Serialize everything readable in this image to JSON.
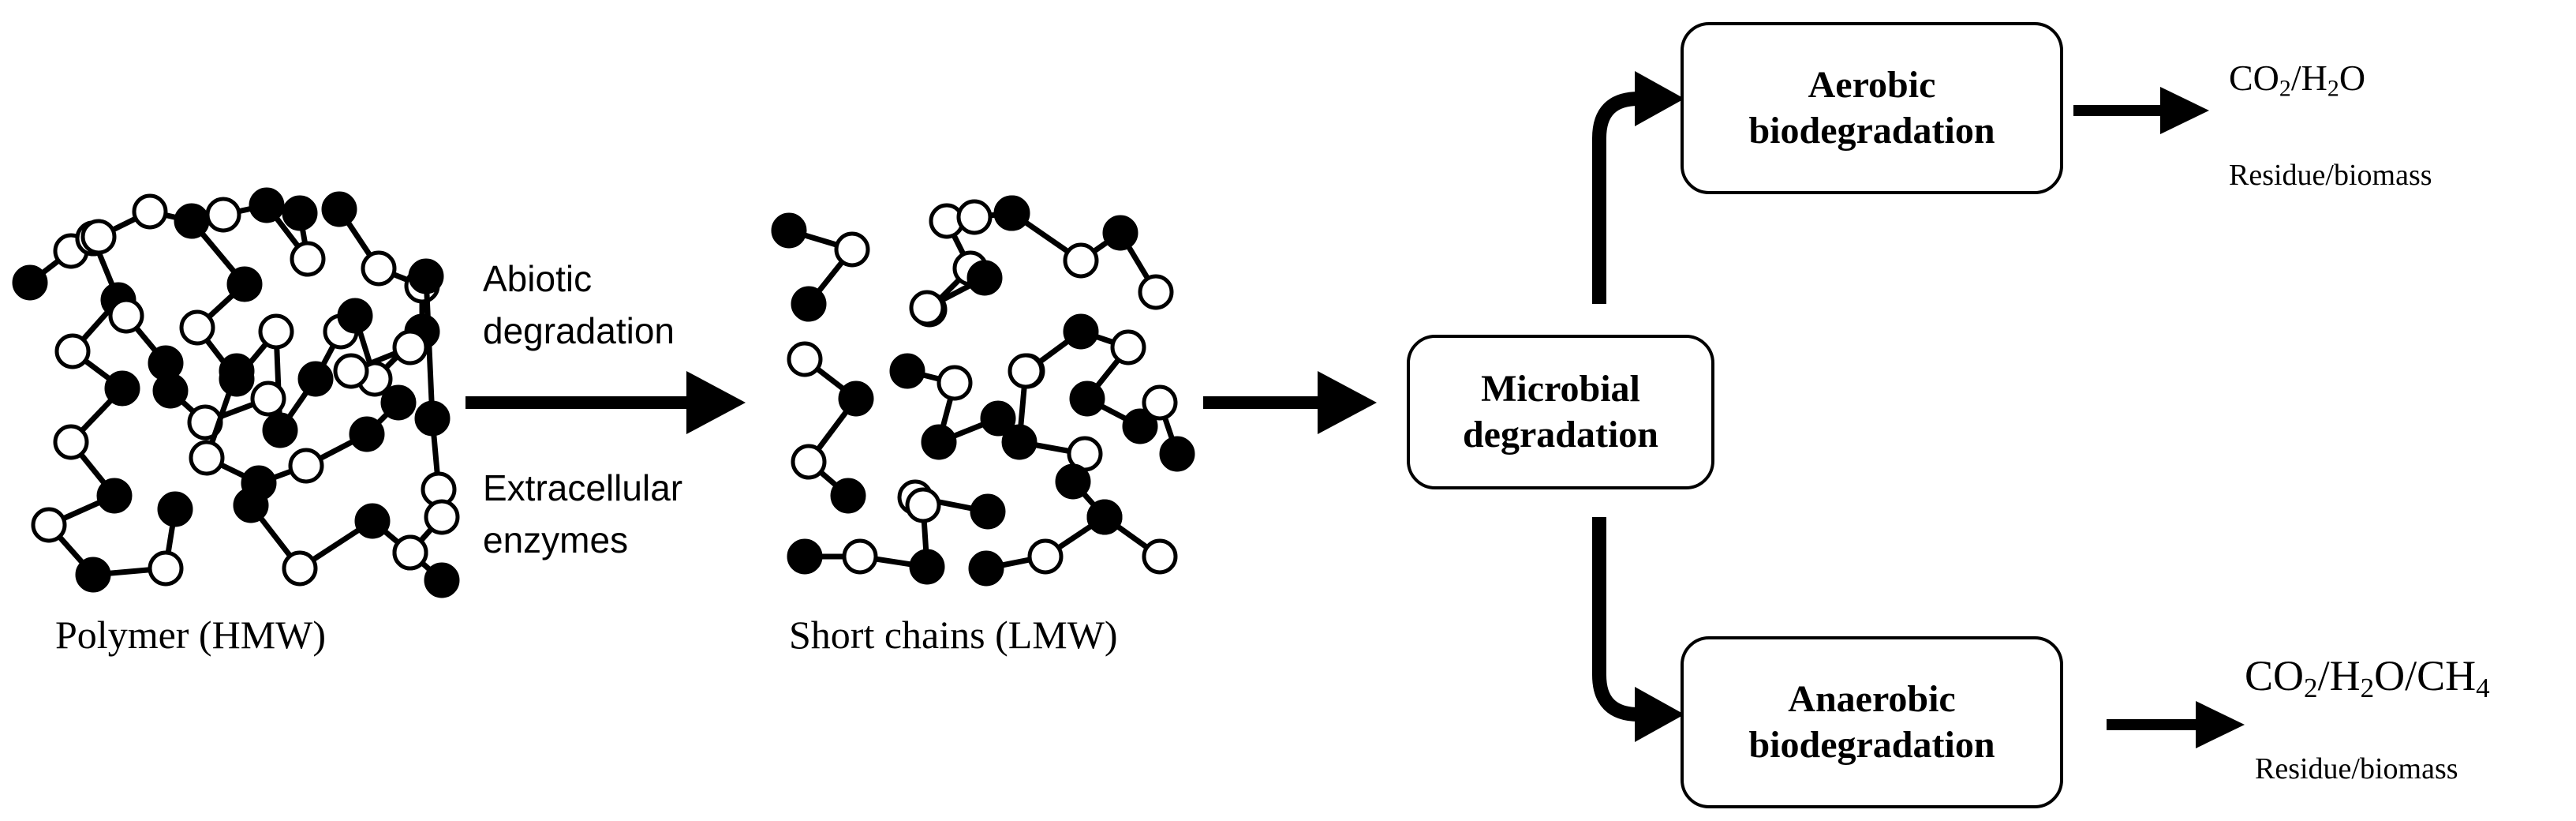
{
  "diagram": {
    "polymer_label": "Polymer (HMW)",
    "short_chains_label": "Short chains (LMW)",
    "step1_top_line1": "Abiotic",
    "step1_top_line2": "degradation",
    "step1_bottom_line1": "Extracellular",
    "step1_bottom_line2": "enzymes",
    "microbial_line1": "Microbial",
    "microbial_line2": "degradation",
    "aerobic_line1": "Aerobic",
    "aerobic_line2": "biodegradation",
    "anaerobic_line1": "Anaerobic",
    "anaerobic_line2": "biodegradation",
    "aerobic_products": {
      "co": "CO",
      "sub2": "2",
      "slash_h": "/H",
      "sub2b": "2",
      "o": "O"
    },
    "aerobic_residue": "Residue/biomass",
    "anaerobic_products": {
      "co": "CO",
      "sub2": "2",
      "slash_h": "/H",
      "sub2b": "2",
      "o_ch": "O/CH",
      "sub4": "4"
    },
    "anaerobic_residue": "Residue/biomass"
  },
  "colors": {
    "line": "#000000",
    "filled_bead": "#000000",
    "open_bead": "#ffffff"
  }
}
